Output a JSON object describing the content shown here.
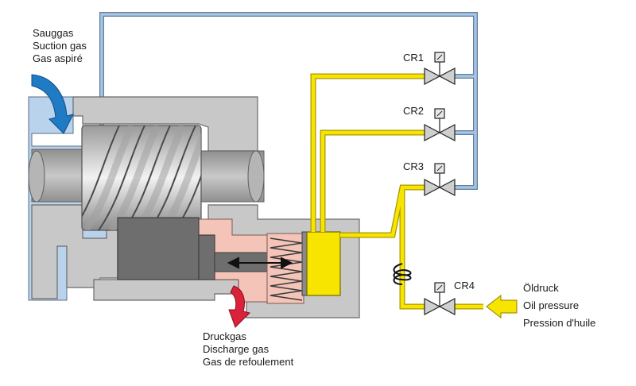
{
  "suction_label": [
    "Sauggas",
    "Suction gas",
    "Gas aspiré"
  ],
  "discharge_label": [
    "Druckgas",
    "Discharge gas",
    "Gas de refoulement"
  ],
  "oil_label": [
    "Öldruck",
    "Oil pressure",
    "Pression d'huile"
  ],
  "valves": {
    "cr1": "CR1",
    "cr2": "CR2",
    "cr3": "CR3",
    "cr4": "CR4"
  },
  "colors": {
    "housing": "#c8c8c8",
    "housing_dark": "#a9a9a9",
    "suction_gas": "#b9d3ec",
    "discharge_gas": "#f4c4b8",
    "oil": "#f7e500",
    "oil_line": "#e6cf00",
    "slide_valve": "#6e6e6e",
    "suction_arrow": "#1f7bc4",
    "discharge_arrow": "#d8233a",
    "oil_arrow": "#f7e500",
    "bypass_line": "#a9c4e2"
  }
}
